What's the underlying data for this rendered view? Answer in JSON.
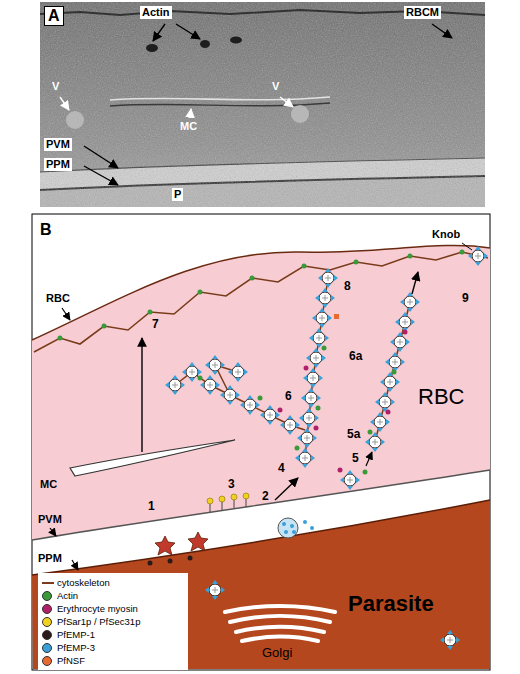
{
  "diagram": {
    "nodes": [
      {
        "text": [
          "RBC"
        ]
      },
      {
        "text": [
          "Parasite"
        ]
      },
      {
        "text": [
          "Golgi"
        ],
        "in": 1
      }
    ],
    "labels": [
      "A",
      "Actin",
      "RBCM",
      "V",
      "MC",
      "V",
      "PVM",
      "PPM",
      "P",
      "B",
      "RBC",
      "Knob",
      "MC",
      "PVM",
      "PPM",
      "1",
      "2",
      "3",
      "4",
      "5",
      "5a",
      "6",
      "6a",
      "7",
      "8",
      "9"
    ],
    "legend": [
      {
        "text": "cytoskeleton"
      },
      {
        "text": "Actin",
        "color": "#3a9a3a"
      },
      {
        "text": "Erythrocyte myosin",
        "color": "#b0206a"
      },
      {
        "text": "PfSar1p / PfSec31p",
        "color": "#f0d020"
      },
      {
        "text": "PfEMP-1",
        "color": "#2a1a1a"
      },
      {
        "text": "PfEMP-3",
        "color": "#3aa0d8"
      },
      {
        "text": "PfNSF",
        "color": "#e86a30"
      }
    ]
  }
}
